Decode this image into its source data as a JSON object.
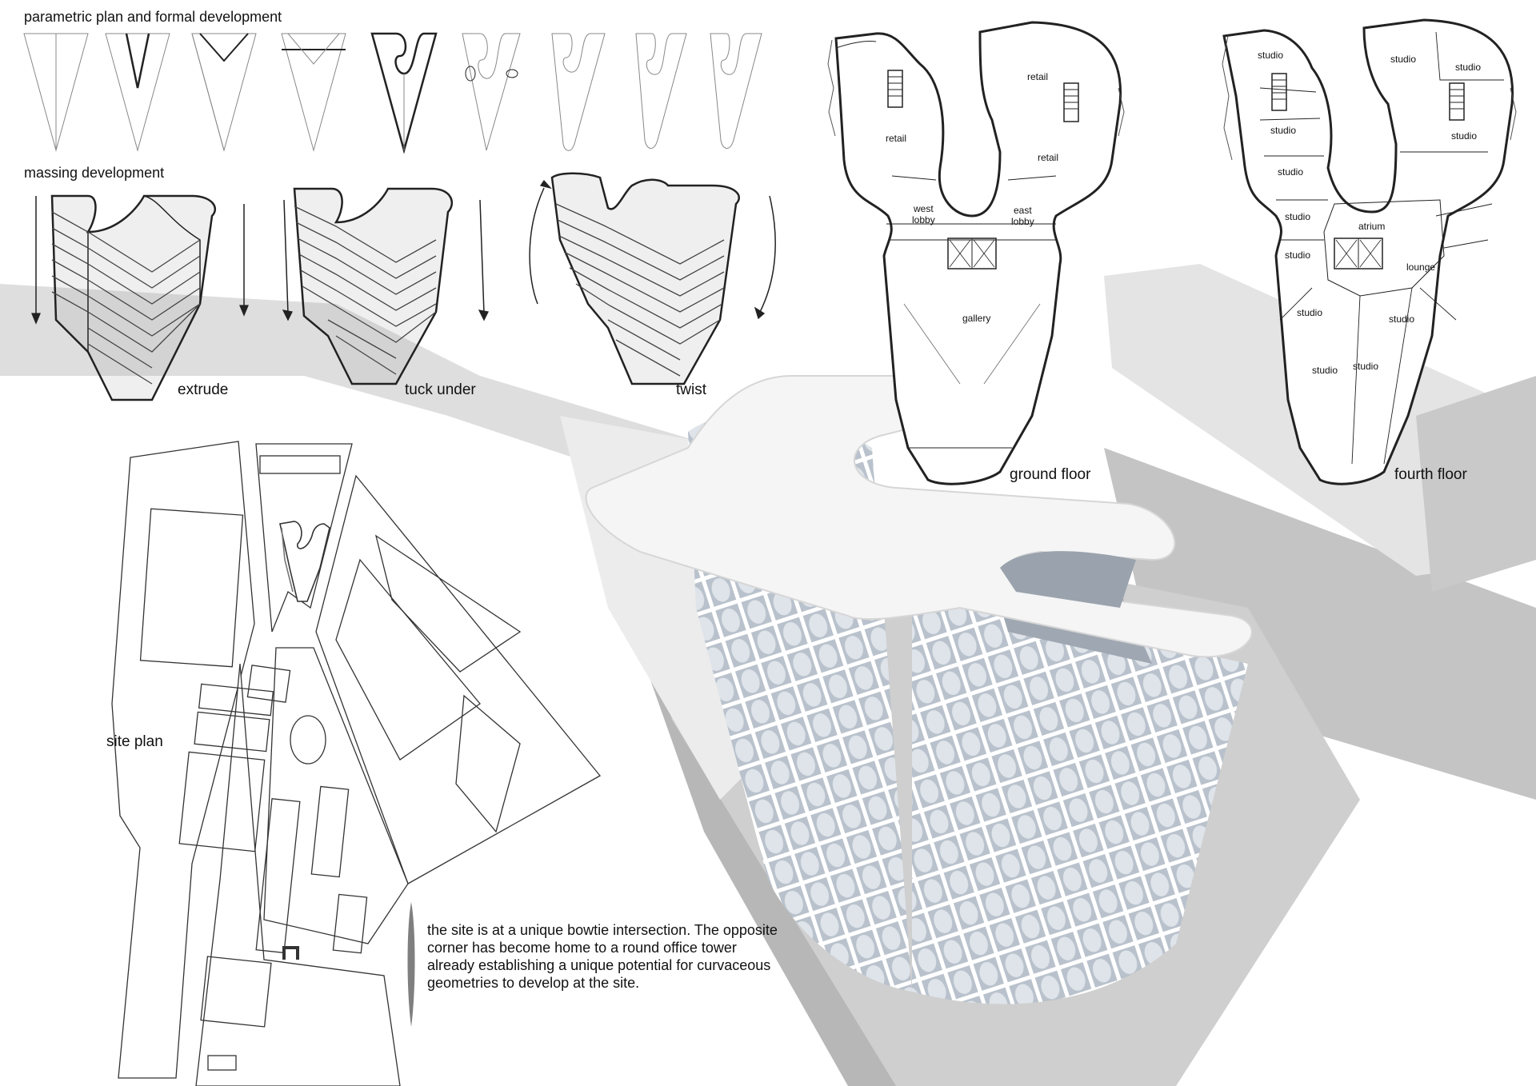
{
  "headings": {
    "parametric": "parametric plan and formal development",
    "massing": "massing development"
  },
  "massing_labels": {
    "extrude": "extrude",
    "tuck_under": "tuck under",
    "twist": "twist"
  },
  "plans": {
    "ground_floor": {
      "title": "ground floor",
      "rooms": {
        "retail_1": "retail",
        "retail_2": "retail",
        "retail_3": "retail",
        "west_lobby": "west\nlobby",
        "east_lobby": "east\nlobby",
        "gallery": "gallery"
      }
    },
    "fourth_floor": {
      "title": "fourth floor",
      "rooms": {
        "studio_1": "studio",
        "studio_2": "studio",
        "studio_3": "studio",
        "studio_4": "studio",
        "studio_5": "studio",
        "studio_6": "studio",
        "studio_7": "studio",
        "studio_8": "studio",
        "studio_9": "studio",
        "studio_10": "studio",
        "studio_11": "studio",
        "studio_12": "studio",
        "atrium": "atrium",
        "lounge": "lounge"
      }
    }
  },
  "site": {
    "label": "site plan",
    "note": "the site is at a unique bowtie intersection. The opposite corner has become home to a round office tower already establishing a unique potential for curvaceous geometries to develop at the site."
  },
  "colors": {
    "line": "#222222",
    "render_light": "#f4f4f4",
    "render_shadow": "#9a9a9a",
    "glass": "#b9c2cc"
  }
}
